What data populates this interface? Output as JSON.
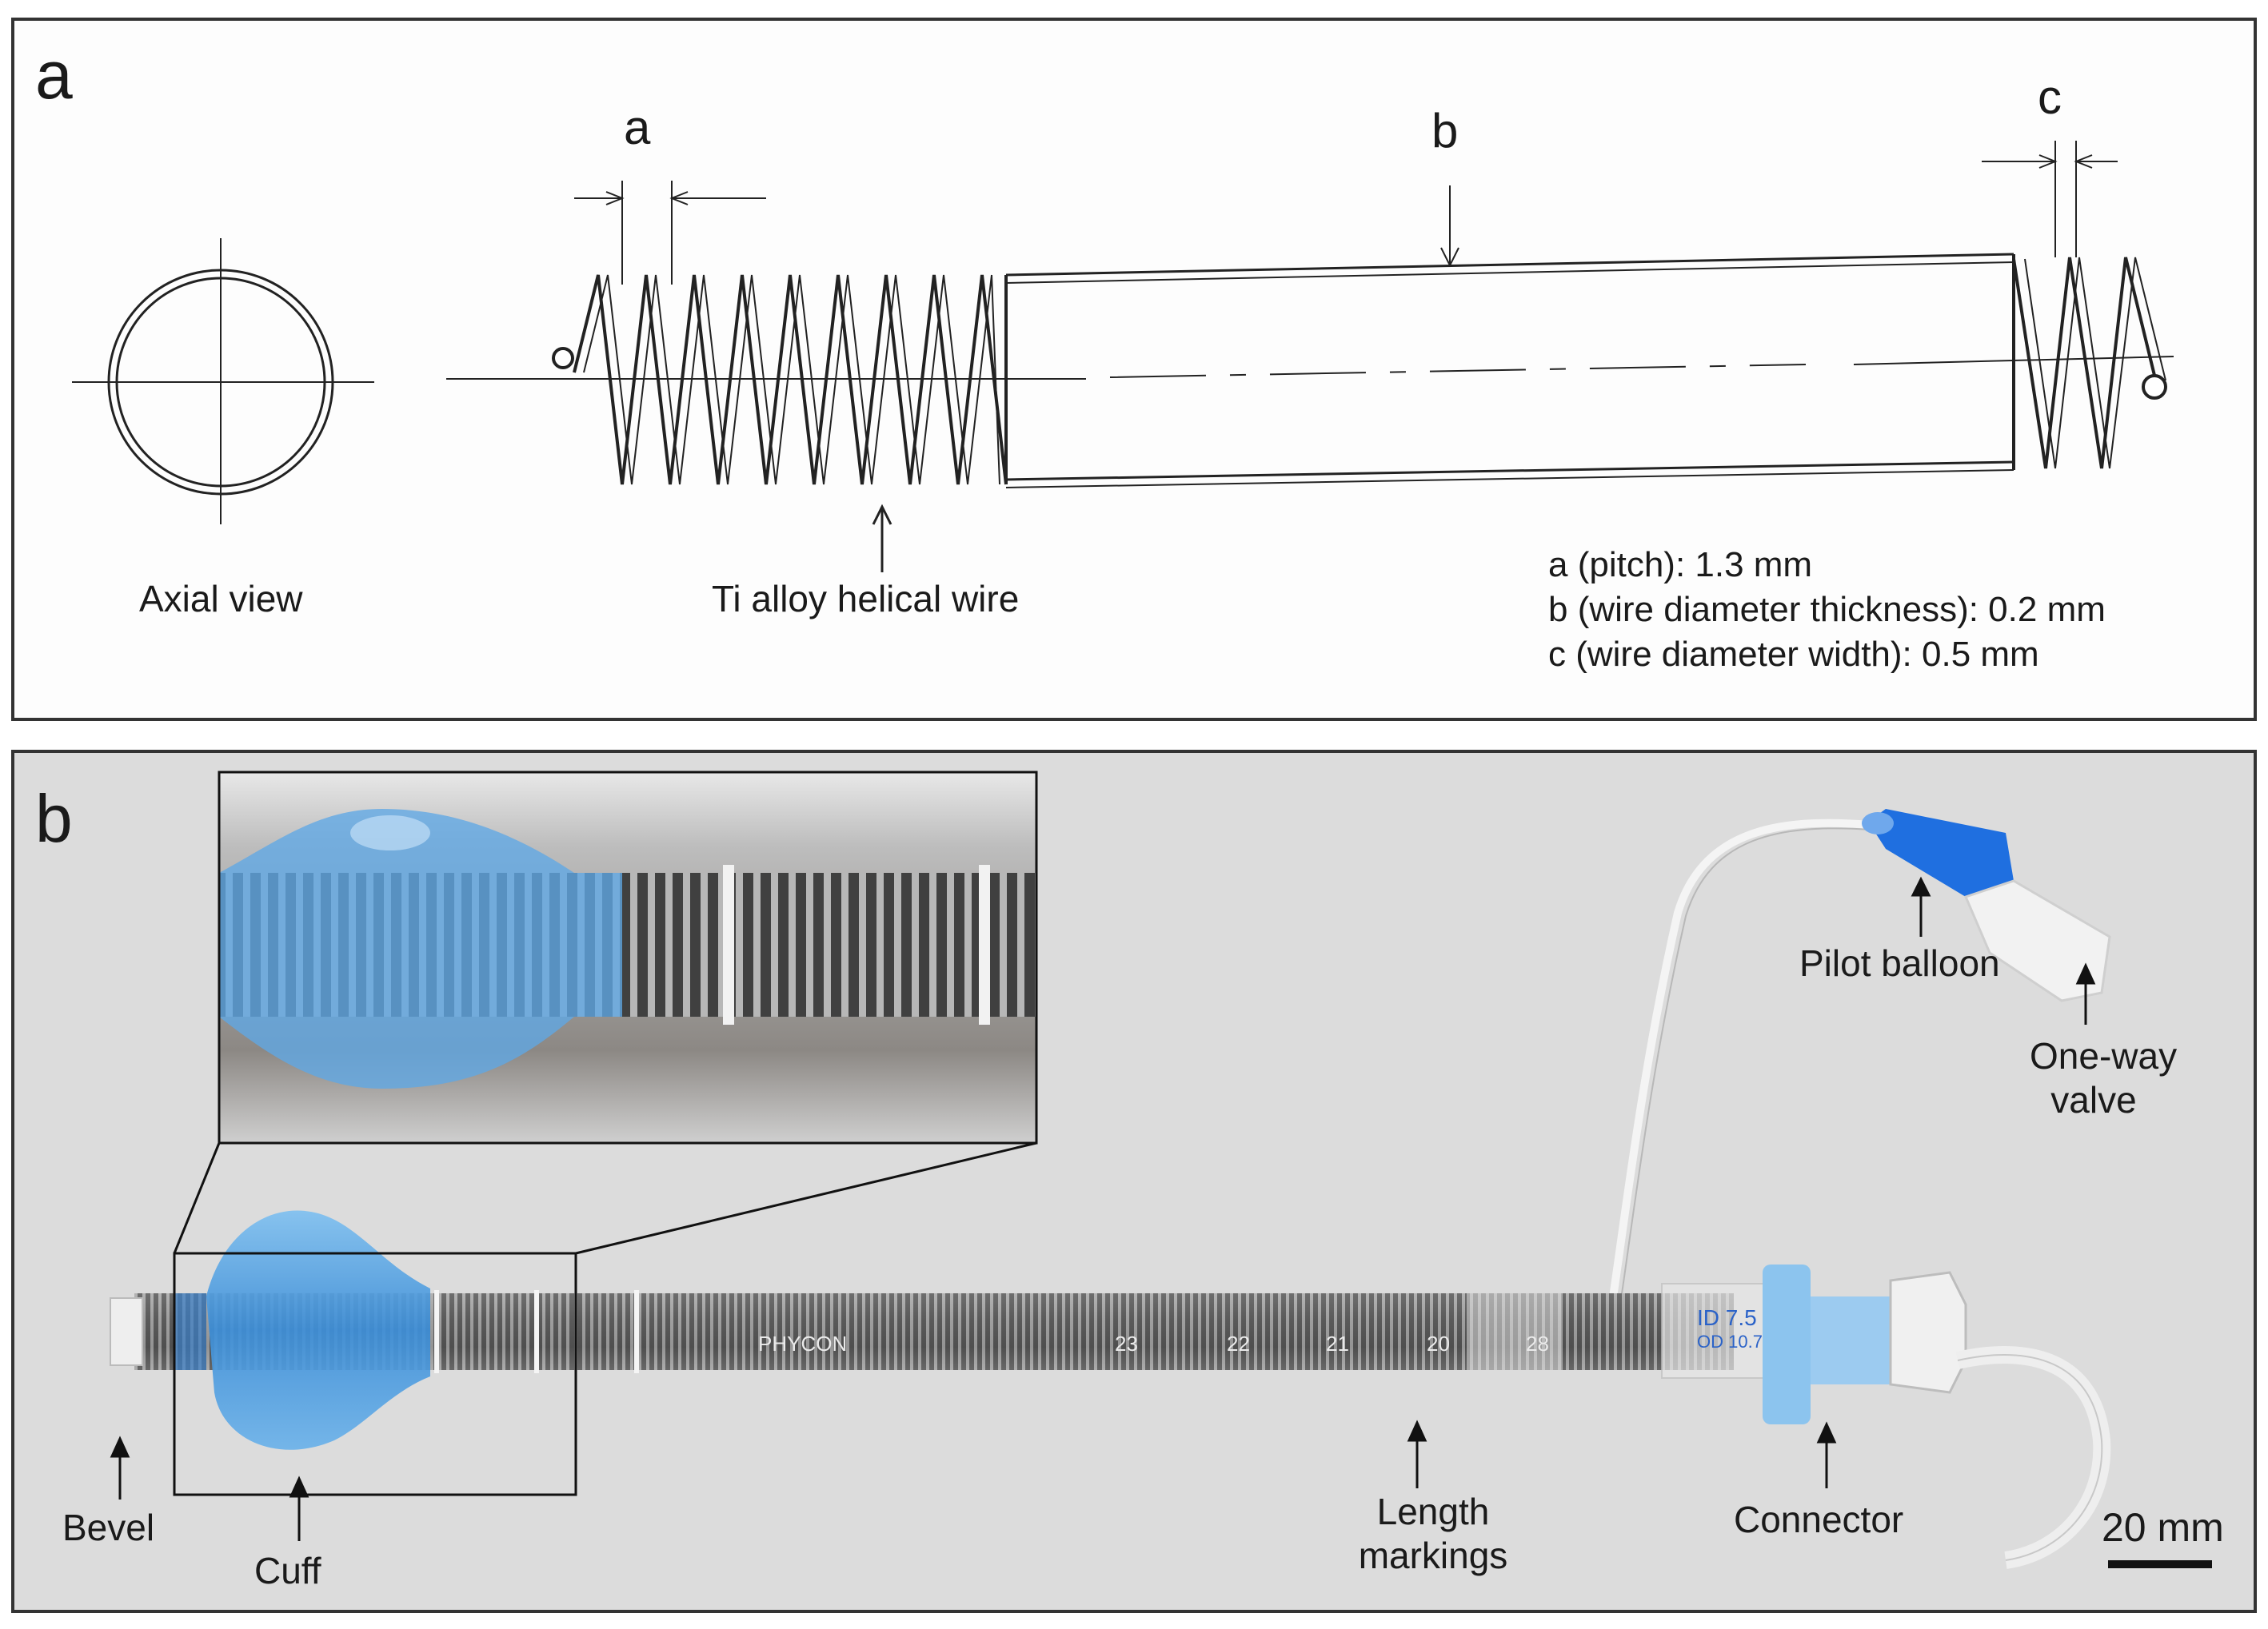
{
  "panel_a": {
    "letter": "a",
    "dims": {
      "a": "a",
      "b": "b",
      "c": "c"
    },
    "labels": {
      "axial_view": "Axial view",
      "helical_wire": "Ti alloy helical wire"
    },
    "specs": [
      {
        "text": "a (pitch):  1.3 mm"
      },
      {
        "text": "b (wire diameter thickness):  0.2 mm"
      },
      {
        "text": "c (wire diameter width):  0.5 mm"
      }
    ]
  },
  "panel_b": {
    "letter": "b",
    "labels": {
      "pilot_balloon": "Pilot balloon",
      "one_way_valve_1": "One-way",
      "one_way_valve_2": "valve",
      "bevel": "Bevel",
      "cuff": "Cuff",
      "length_markings_1": "Length",
      "length_markings_2": "markings",
      "connector": "Connector"
    },
    "tube_print": {
      "brand": "PHYCON",
      "size_id": "ID 7.5",
      "size_od": "OD 10.7",
      "marks": [
        "23",
        "22",
        "21",
        "20",
        "28"
      ]
    },
    "scale_bar": "20 mm",
    "colors": {
      "cuff": "#4fa3e0",
      "pilot_balloon": "#1f6fe0",
      "connector": "#8cc4ee"
    }
  }
}
